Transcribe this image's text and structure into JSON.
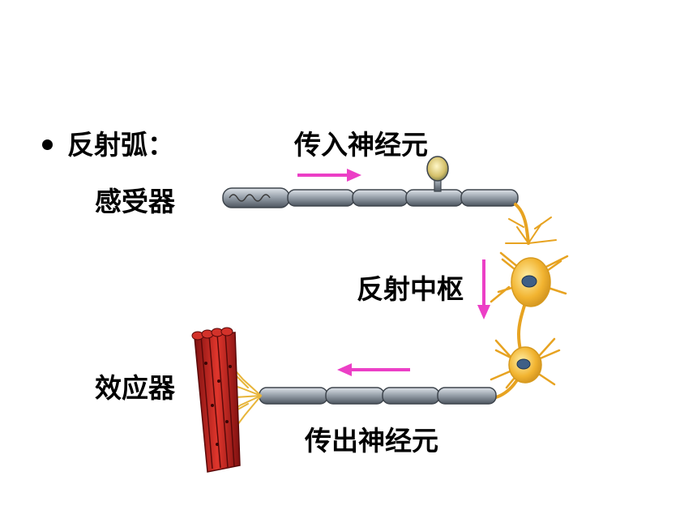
{
  "title": "反射弧：",
  "labels": {
    "receptor": "感受器",
    "afferent": "传入神经元",
    "center": "反射中枢",
    "efferent": "传出神经元",
    "effector": "效应器"
  },
  "colors": {
    "arrow": "#ec3fc6",
    "axon": "#9aa3ad",
    "neuron": "#f2b431",
    "muscle": "#c8231f"
  }
}
